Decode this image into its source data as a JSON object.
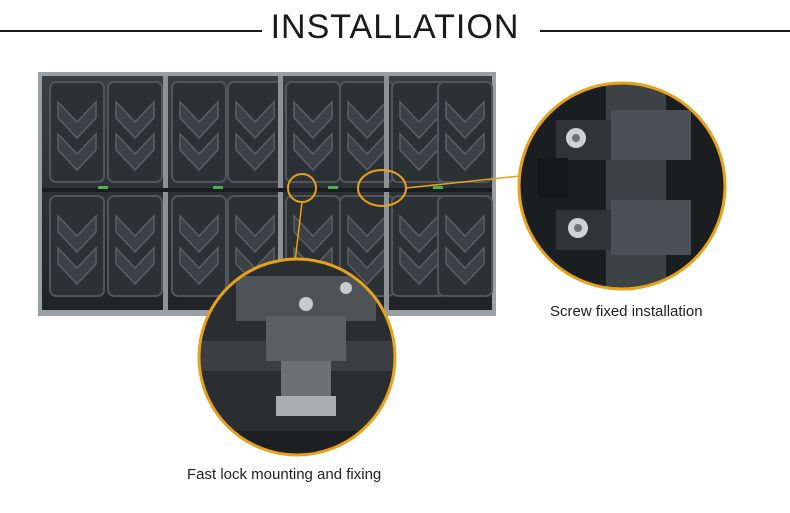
{
  "header": {
    "title": "INSTALLATION"
  },
  "captions": {
    "screw": "Screw fixed installation",
    "lock": "Fast lock mounting and fixing"
  },
  "colors": {
    "accent": "#e8a21a",
    "cabinet": "#2b2f33",
    "frame": "#8c9296",
    "text": "#1a1a1a"
  }
}
